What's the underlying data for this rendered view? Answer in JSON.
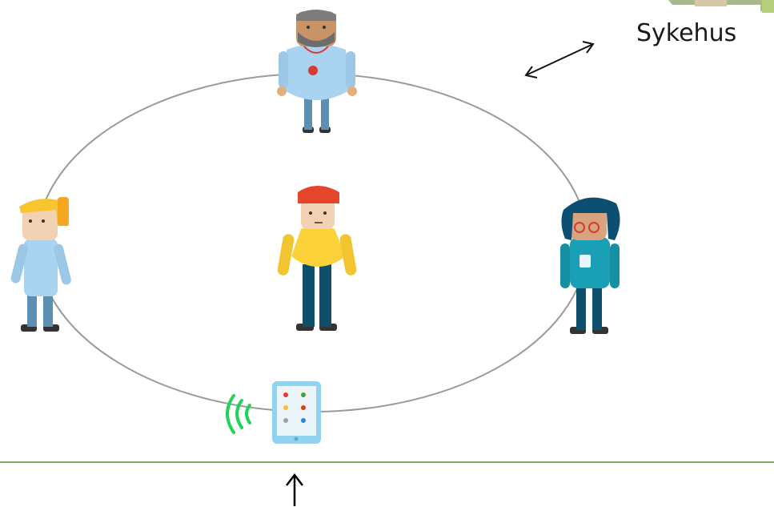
{
  "hospital": {
    "label": "Sykehus"
  },
  "colors": {
    "ring": "#9a9a9a",
    "divider": "#5f8a3a",
    "arrow": "#111111",
    "signal": "#22d35a",
    "tablet": "#8fd3f0",
    "hospital_building": "#a7b98a"
  },
  "figures": [
    {
      "name": "doctor-figure",
      "shirt": "#a9d3ef",
      "pants": "#5d8fb3",
      "hair": "#7c7c7c"
    },
    {
      "name": "patient-figure",
      "shirt": "#fcd23b",
      "pants": "#0f4f6a",
      "hair": "#e4452b"
    },
    {
      "name": "family-member-figure",
      "shirt": "#a9d3ef",
      "pants": "#5d8fb3",
      "hair": "#f7c52f"
    },
    {
      "name": "nurse-figure",
      "shirt": "#1aa0b6",
      "pants": "#0f4f6a",
      "hair": "#0d4f71"
    }
  ]
}
